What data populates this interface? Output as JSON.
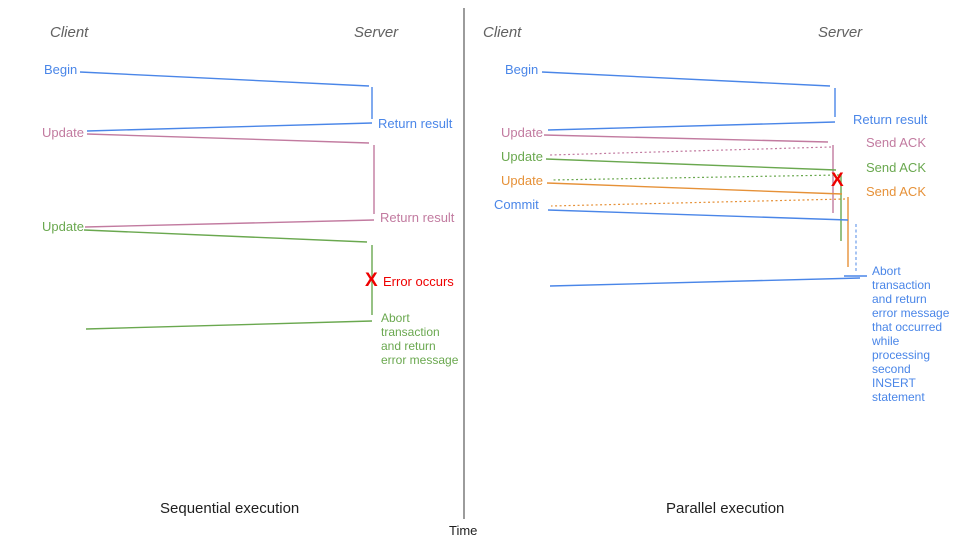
{
  "palette": {
    "blue": "#4a86e8",
    "light_blue": "#6d9eeb",
    "pink": "#c27ba0",
    "green": "#6aa84f",
    "orange": "#e69138",
    "red": "#ee0000",
    "header_gray": "#616161",
    "text_black": "#1f1f1f"
  },
  "timeline": {
    "axis_label": "Time"
  },
  "sequential": {
    "title": "Sequential execution",
    "client_header": "Client",
    "server_header": "Server",
    "begin_label": "Begin",
    "begin_return_label": "Return result",
    "update1_label": "Update",
    "update1_return_label": "Return result",
    "update2_label": "Update",
    "error_mark": "X",
    "error_label": "Error occurs",
    "abort_label": "Abort\ntransaction\nand return\nerror message"
  },
  "parallel": {
    "title": "Parallel execution",
    "client_header": "Client",
    "server_header": "Server",
    "begin_label": "Begin",
    "begin_return_label": "Return result",
    "update1_label": "Update",
    "update1_ack_label": "Send ACK",
    "update2_label": "Update",
    "update2_ack_label": "Send ACK",
    "update3_label": "Update",
    "update3_ack_label": "Send ACK",
    "commit_label": "Commit",
    "error_mark": "X",
    "abort_label": "Abort\ntransaction\nand return\nerror message\nthat occurred\nwhile\nprocessing\nsecond\nINSERT\nstatement"
  }
}
